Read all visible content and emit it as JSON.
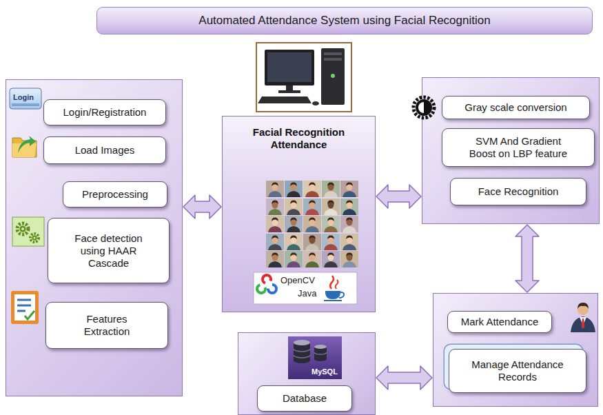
{
  "diagram": {
    "title": "Automated Attendance System using Facial Recognition",
    "nodes": [
      {
        "text": []
      },
      {
        "text": [
          "Login/Registration"
        ],
        "in": 0
      },
      {
        "text": [
          "Load Images"
        ],
        "in": 0
      },
      {
        "text": [
          "Preprocessing"
        ],
        "in": 0
      },
      {
        "text": [
          "Face detection using HAAR Cascade"
        ],
        "in": 0
      },
      {
        "text": [
          "Features Extraction"
        ],
        "in": 0
      },
      {
        "text": [
          "Facial Recognition Attendance"
        ]
      },
      {
        "text": []
      },
      {
        "text": [
          "Gray scale conversion"
        ],
        "in": 7
      },
      {
        "text": [
          "SVM And Gradient Boost on LBP feature"
        ],
        "in": 7
      },
      {
        "text": [
          "Face Recognition"
        ],
        "in": 7
      },
      {
        "text": []
      },
      {
        "text": [
          "Database"
        ],
        "in": 11
      },
      {
        "text": []
      },
      {
        "text": [
          "Mark Attendance"
        ],
        "in": 13
      },
      {
        "text": [
          "Manage Attendance Records"
        ],
        "in": 13
      }
    ],
    "edges": [
      {
        "from": 0,
        "to": 6,
        "arrow": "both"
      },
      {
        "from": 6,
        "to": 7,
        "arrow": "both"
      },
      {
        "from": 7,
        "to": 13,
        "arrow": "both"
      },
      {
        "from": 11,
        "to": 13,
        "arrow": "both"
      }
    ],
    "labels": [
      "Login",
      "OpenCV",
      "Java",
      "MySQL"
    ]
  }
}
